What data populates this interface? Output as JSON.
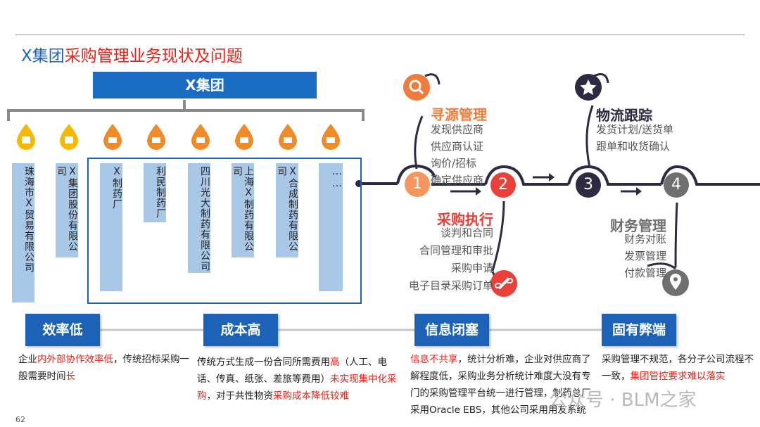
{
  "title": {
    "part1": "X集团",
    "part2": "采购管理业务现状及问题"
  },
  "group_label": "X集团",
  "subsidiaries": [
    "珠海市X贸易有限公司",
    "X集团股份有限公司",
    "X制药厂",
    "利民制药厂",
    "四川光大制药有限公司",
    "上海X制药有限公司",
    "X合成制药有限公司",
    "……"
  ],
  "steps": [
    "1",
    "2",
    "3",
    "4"
  ],
  "sourcing": {
    "title": "寻源管理",
    "items": [
      "发现供应商",
      "供应商认证",
      "询价/招标",
      "确定供应商"
    ]
  },
  "purchase": {
    "title": "采购执行",
    "items": [
      "谈判和合同",
      "合同管理和审批",
      "采购申请",
      "电子目录采购订单"
    ]
  },
  "logistics": {
    "title": "物流跟踪",
    "items": [
      "发货计划/送货单",
      "跟单和收货确认"
    ]
  },
  "finance": {
    "title": "财务管理",
    "items": [
      "财务对账",
      "发票管理",
      "付款管理"
    ]
  },
  "problems": [
    {
      "label": "效率低",
      "segments": [
        [
          "企业",
          false
        ],
        [
          "内外部协作效率低",
          true
        ],
        [
          "，传统招标采购一般需要时间",
          false
        ],
        [
          "长",
          true
        ]
      ]
    },
    {
      "label": "成本高",
      "segments": [
        [
          "传统方式生成一份合同所需费用",
          false
        ],
        [
          "高",
          true
        ],
        [
          "（人工、电话、传真、纸张、差旅等费用）",
          false
        ],
        [
          "未实现集中化采购",
          true
        ],
        [
          "，对于共性物资",
          false
        ],
        [
          "采购成本降低较难",
          true
        ]
      ]
    },
    {
      "label": "信息闭塞",
      "segments": [
        [
          "信息不共享",
          true
        ],
        [
          "，统计分析难，企业对供应商了解程度低，采购业务分析统计难度大没有专门的采购管理平台统一进行管理，制药总厂采用Oracle EBS，其他公司采用用友系统",
          false
        ]
      ]
    },
    {
      "label": "固有弊端",
      "segments": [
        [
          "采购管理不规范，各分子公司流程不一致，",
          false
        ],
        [
          "集团管控要求难以落实",
          true
        ]
      ]
    }
  ],
  "page_number": "62",
  "watermark": "公众号 · BLM之家",
  "colors": {
    "blue": "#1c63b7",
    "red": "#e2231a",
    "orange": "#f07c3c",
    "step_orange": "#f4965e",
    "step_red": "#e8413a",
    "dark": "#2d2a42",
    "gray": "#6f6f6f"
  }
}
